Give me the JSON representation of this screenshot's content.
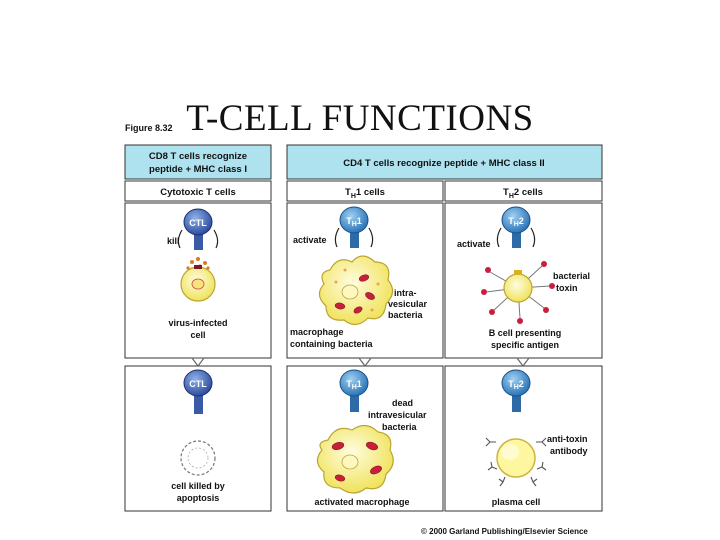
{
  "title": "T-CELL FUNCTIONS",
  "figure_label": "Figure 8.32",
  "copyright": "© 2000 Garland Publishing/Elsevier Science",
  "headers": {
    "cd8_line1": "CD8 T cells recognize",
    "cd8_line2": "peptide + MHC class I",
    "cd4": "CD4 T cells recognize peptide + MHC class II",
    "cytotoxic": "Cytotoxic T cells",
    "th1_main": "T",
    "th1_sub": "H",
    "th1_rest": "1 cells",
    "th2_main": "T",
    "th2_sub": "H",
    "th2_rest": "2 cells"
  },
  "cells": {
    "ctl": "CTL",
    "th1_main": "T",
    "th1_sub": "H",
    "th1_rest": "1",
    "th2_main": "T",
    "th2_sub": "H",
    "th2_rest": "2"
  },
  "labels": {
    "kill": "kill",
    "activate_th1": "activate",
    "activate_th2": "activate",
    "virus_infected_1": "virus-infected",
    "virus_infected_2": "cell",
    "intra_1": "intra-",
    "intra_2": "vesicular",
    "intra_3": "bacteria",
    "macrophage_1": "macrophage",
    "macrophage_2": "containing bacteria",
    "bacterial_1": "bacterial",
    "bacterial_2": "toxin",
    "bcell_1": "B cell presenting",
    "bcell_2": "specific antigen",
    "apoptosis_1": "cell killed by",
    "apoptosis_2": "apoptosis",
    "dead_1": "dead",
    "dead_2": "intravesicular",
    "dead_3": "bacteria",
    "activated_macrophage": "activated macrophage",
    "antitoxin_1": "anti-toxin",
    "antitoxin_2": "antibody",
    "plasma_cell": "plasma cell"
  },
  "colors": {
    "header_fill": "#aee2ef",
    "tcell_blue": "#3f63b8",
    "th_blue": "#3a86c8",
    "yellow_cell": "#f5ef7a",
    "bacteria_red": "#c8203a",
    "panel_line": "#333333"
  }
}
